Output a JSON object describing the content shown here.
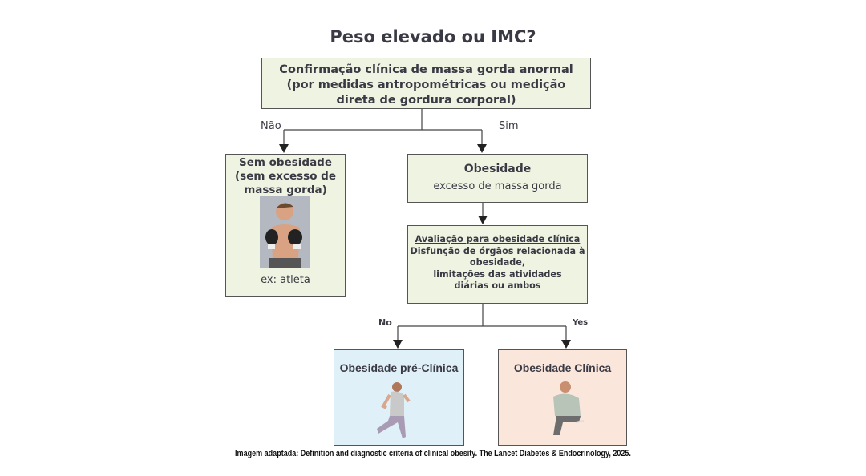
{
  "title": "Peso elevado ou IMC?",
  "top_box": {
    "line1": "Confirmação clínica de massa gorda anormal",
    "line2": "(por medidas antropométricas ou medição",
    "line3": "direta de gordura corporal)"
  },
  "branch1": {
    "no": "Não",
    "yes": "Sim"
  },
  "no_obesity": {
    "line1": "Sem obesidade",
    "line2": "(sem excesso de",
    "line3": "massa gorda)",
    "example": "ex: atleta"
  },
  "obesity": {
    "title": "Obesidade",
    "subtitle": "excesso de massa gorda"
  },
  "evaluation": {
    "title": "Avaliação para obesidade clínica",
    "line1": "Disfunção de órgãos relacionada à",
    "line2": "obesidade,",
    "line3": "limitações das atividades",
    "line4": "diárias ou ambos"
  },
  "branch2": {
    "no": "No",
    "yes": "Yes"
  },
  "preclinical": {
    "title": "Obesidade pré-Clínica"
  },
  "clinical": {
    "title": "Obesidade Clínica"
  },
  "caption": "Imagem adaptada: Definition and diagnostic criteria of clinical obesity. The Lancet Diabetes & Endocrinology, 2025.",
  "colors": {
    "green_box": "#eef3e2",
    "blue_box": "#dff0f8",
    "peach_box": "#fbe6dc"
  }
}
